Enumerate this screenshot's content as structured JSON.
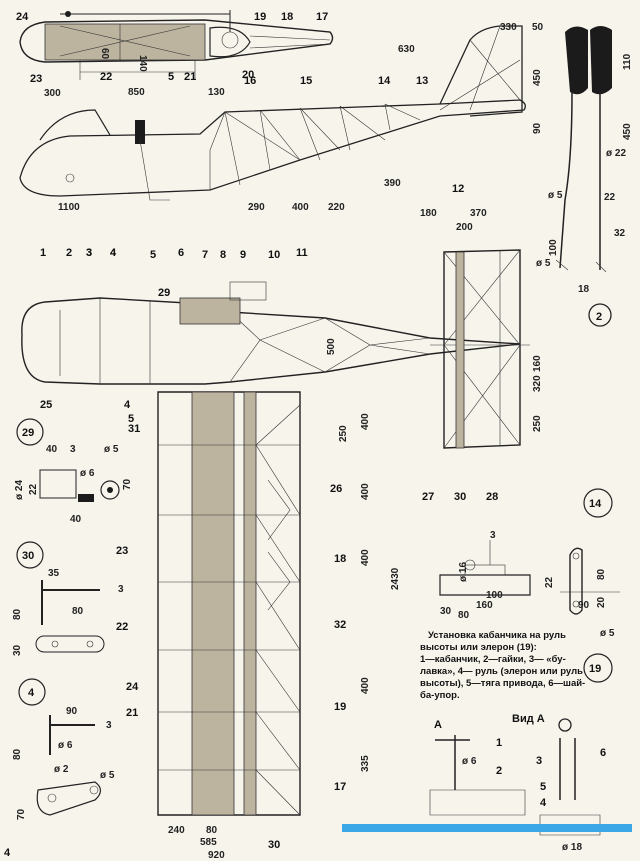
{
  "fuselage_top": {
    "dims": [
      "850",
      "60",
      "140",
      "130"
    ],
    "parts": [
      "24",
      "23",
      "22",
      "5",
      "21",
      "20",
      "19",
      "18",
      "17"
    ]
  },
  "tail_side": {
    "dims": [
      "330",
      "50",
      "630",
      "450",
      "90",
      "390"
    ],
    "parts": [
      "14",
      "13",
      "12"
    ]
  },
  "side_view": {
    "dims": [
      "300",
      "1100",
      "290",
      "400",
      "220"
    ],
    "parts": [
      "16",
      "15",
      "1",
      "2",
      "3",
      "4",
      "6",
      "11"
    ]
  },
  "stick": {
    "dims": [
      "110",
      "450",
      "ø 22",
      "ø 5",
      "22",
      "32",
      "100",
      "ø 5",
      "18"
    ],
    "label": "2"
  },
  "plan_view": {
    "dims": [
      "180",
      "370",
      "200",
      "500",
      "160",
      "320",
      "250",
      "250",
      "400",
      "400",
      "2430",
      "400",
      "400",
      "335",
      "240",
      "80",
      "585",
      "920"
    ],
    "parts": [
      "3",
      "4",
      "5",
      "7",
      "8",
      "9",
      "10",
      "29",
      "25",
      "4",
      "5",
      "27",
      "30",
      "28",
      "31",
      "26",
      "23",
      "18",
      "22",
      "32",
      "24",
      "19",
      "21",
      "17",
      "30"
    ]
  },
  "detail_29": {
    "label": "29",
    "dims": [
      "40",
      "3",
      "ø 5",
      "ø 6",
      "70",
      "ø 24",
      "22",
      "40"
    ]
  },
  "detail_30": {
    "label": "30",
    "dims": [
      "35",
      "3",
      "80",
      "80",
      "30"
    ]
  },
  "detail_4": {
    "label": "4",
    "dims": [
      "90",
      "3",
      "80",
      "ø 6",
      "ø 2",
      "ø 5",
      "70"
    ]
  },
  "detail_14": {
    "label": "14",
    "dims": [
      "3",
      "ø 16",
      "160",
      "100",
      "80",
      "30"
    ]
  },
  "detail_19": {
    "label": "19",
    "dims": [
      "22",
      "80",
      "90",
      "20",
      "ø 5"
    ]
  },
  "caption": {
    "lines": [
      "Установка кабанчика на руль",
      "высоты или элерон (19):",
      "1—кабанчик, 2—гайки, 3— «бу-",
      "лавка», 4— руль (элерон или руль",
      "высоты), 5—тяга привода, 6—шай-",
      "ба-упор."
    ]
  },
  "view_a": {
    "label": "A",
    "title": "Вид А",
    "parts": [
      "1",
      "2",
      "3",
      "4",
      "5",
      "6"
    ],
    "dims": [
      "ø 6",
      "ø 18"
    ]
  },
  "page_number": "4",
  "accent_color": "#3ca7e6"
}
